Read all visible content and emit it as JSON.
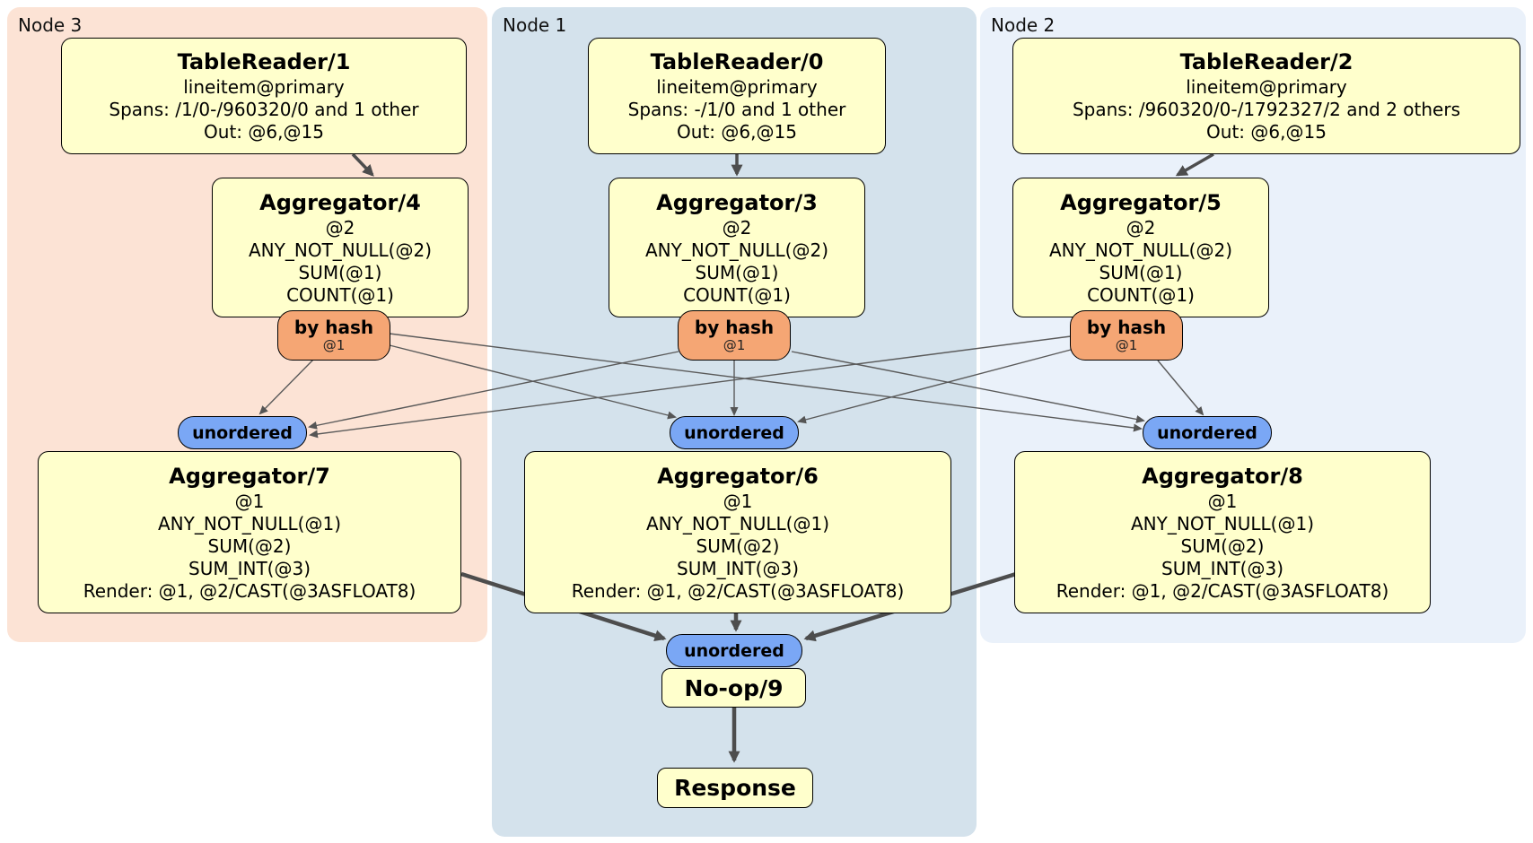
{
  "colors": {
    "node3-bg": "#fce3d5",
    "node1-bg": "#d4e2ec",
    "node2-bg": "#eaf1fa",
    "box-bg": "#ffffcc",
    "router-bg": "#f5a674",
    "sync-bg": "#7aa7f5",
    "edge": "#4d4d4d"
  },
  "nodes": [
    {
      "label": "Node 3",
      "table_reader": {
        "title": "TableReader/1",
        "lines": [
          "lineitem@primary",
          "Spans: /1/0-/960320/0 and 1 other",
          "Out: @6,@15"
        ]
      },
      "aggregator_top": {
        "title": "Aggregator/4",
        "lines": [
          "@2",
          "ANY_NOT_NULL(@2)",
          "SUM(@1)",
          "COUNT(@1)"
        ]
      },
      "router": {
        "label": "by hash",
        "detail": "@1"
      },
      "sync": {
        "label": "unordered"
      },
      "aggregator_bottom": {
        "title": "Aggregator/7",
        "lines": [
          "@1",
          "ANY_NOT_NULL(@1)",
          "SUM(@2)",
          "SUM_INT(@3)",
          "Render: @1, @2/CAST(@3ASFLOAT8)"
        ]
      }
    },
    {
      "label": "Node 1",
      "table_reader": {
        "title": "TableReader/0",
        "lines": [
          "lineitem@primary",
          "Spans: -/1/0 and 1 other",
          "Out: @6,@15"
        ]
      },
      "aggregator_top": {
        "title": "Aggregator/3",
        "lines": [
          "@2",
          "ANY_NOT_NULL(@2)",
          "SUM(@1)",
          "COUNT(@1)"
        ]
      },
      "router": {
        "label": "by hash",
        "detail": "@1"
      },
      "sync": {
        "label": "unordered"
      },
      "aggregator_bottom": {
        "title": "Aggregator/6",
        "lines": [
          "@1",
          "ANY_NOT_NULL(@1)",
          "SUM(@2)",
          "SUM_INT(@3)",
          "Render: @1, @2/CAST(@3ASFLOAT8)"
        ]
      }
    },
    {
      "label": "Node 2",
      "table_reader": {
        "title": "TableReader/2",
        "lines": [
          "lineitem@primary",
          "Spans: /960320/0-/1792327/2 and 2 others",
          "Out: @6,@15"
        ]
      },
      "aggregator_top": {
        "title": "Aggregator/5",
        "lines": [
          "@2",
          "ANY_NOT_NULL(@2)",
          "SUM(@1)",
          "COUNT(@1)"
        ]
      },
      "router": {
        "label": "by hash",
        "detail": "@1"
      },
      "sync": {
        "label": "unordered"
      },
      "aggregator_bottom": {
        "title": "Aggregator/8",
        "lines": [
          "@1",
          "ANY_NOT_NULL(@1)",
          "SUM(@2)",
          "SUM_INT(@3)",
          "Render: @1, @2/CAST(@3ASFLOAT8)"
        ]
      }
    }
  ],
  "final": {
    "sync": {
      "label": "unordered"
    },
    "noop": {
      "title": "No-op/9"
    },
    "response": {
      "title": "Response"
    }
  }
}
